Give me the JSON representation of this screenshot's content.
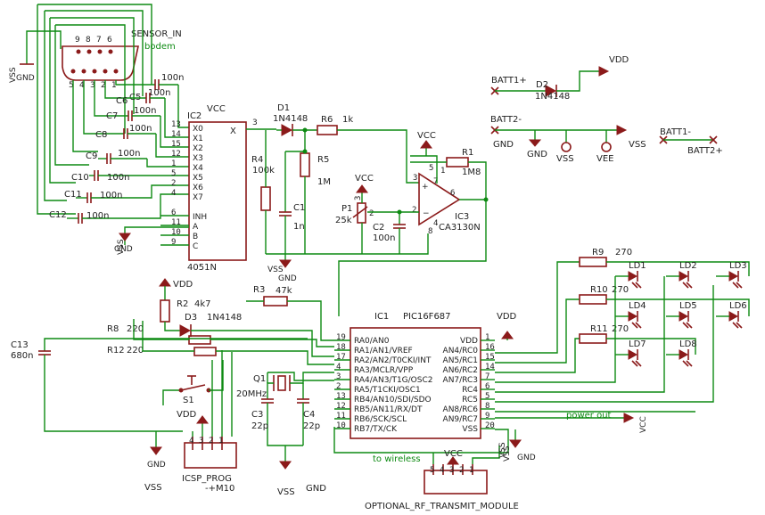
{
  "parts": {
    "sensor_in": "SENSOR_IN",
    "bodem": "bodem",
    "ic2": "IC2",
    "ic2_type": "4051N",
    "ic1": "IC1",
    "ic1_type": "PIC16F687",
    "ic3": "IC3",
    "ic3_type": "CA3130N",
    "d1": "D1",
    "d1_type": "1N4148",
    "d2": "D2",
    "d2_type": "1N4148",
    "d3": "D3",
    "d3_type": "1N4148",
    "r1": "R1",
    "r1_val": "1M8",
    "r2": "R2",
    "r2_val": "4k7",
    "r3": "R3",
    "r3_val": "47k",
    "r4": "R4",
    "r4_val": "100k",
    "r5": "R5",
    "r5_val": "1M",
    "r6": "R6",
    "r6_val": "1k",
    "r8": "R8",
    "r8_val": "220",
    "r9": "R9",
    "r9_val": "270",
    "r10": "R10",
    "r10_val": "270",
    "r11": "R11",
    "r11_val": "270",
    "r12": "R12",
    "r12_val": "220",
    "c1": "C1",
    "c1_val": "1n",
    "c2": "C2",
    "c2_val": "100n",
    "c3": "C3",
    "c3_val": "22p",
    "c4": "C4",
    "c4_val": "22p",
    "c5": "C5",
    "c6": "C6",
    "c7": "C7",
    "c8": "C8",
    "c9": "C9",
    "c10": "C10",
    "c11": "C11",
    "c12": "C12",
    "c_val": "100n",
    "c13": "C13",
    "c13_val": "680n",
    "p1": "P1",
    "p1_val": "25k",
    "q1": "Q1",
    "q1_val": "20MHz",
    "s1": "S1",
    "icsp": "ICSP_PROG",
    "icsp_sub": "-+M10",
    "rf": "OPTIONAL_RF_TRANSMIT_MODULE",
    "leds": [
      "LD1",
      "LD2",
      "LD3",
      "LD4",
      "LD5",
      "LD6",
      "LD7",
      "LD8"
    ]
  },
  "ic2_pins_left": [
    "X0",
    "X1",
    "X2",
    "X3",
    "X4",
    "X5",
    "X6",
    "X7",
    "",
    "INH",
    "A",
    "B",
    "C"
  ],
  "ic2_pin_nums": [
    "13",
    "14",
    "15",
    "12",
    "1",
    "5",
    "2",
    "4",
    "",
    "6",
    "11",
    "10",
    "9"
  ],
  "ic2_x": "X",
  "ic2_x_pin": "3",
  "ic1_left": [
    "RA0/AN0",
    "RA1/AN1/VREF",
    "RA2/AN2/T0CKI/INT",
    "RA3/MCLR/VPP",
    "RA4/AN3/T1G/OSC2",
    "RA5/T1CKI/OSC1",
    "RB4/AN10/SDI/SDO",
    "RB5/AN11/RX/DT",
    "RB6/SCK/SCL",
    "RB7/TX/CK"
  ],
  "ic1_left_nums": [
    "19",
    "18",
    "17",
    "4",
    "3",
    "2",
    "13",
    "12",
    "11",
    "10"
  ],
  "ic1_right": [
    "VDD",
    "AN4/RC0",
    "AN5/RC1",
    "AN6/RC2",
    "AN7/RC3",
    "RC4",
    "RC5",
    "AN8/RC6",
    "AN9/RC7",
    "VSS"
  ],
  "ic1_right_nums": [
    "1",
    "16",
    "15",
    "14",
    "7",
    "6",
    "5",
    "8",
    "9",
    "20"
  ],
  "ic3_pins": {
    "p7": "7",
    "p3": "3",
    "p2": "2",
    "p6": "6",
    "p4": "4",
    "p8": "8",
    "p5": "5",
    "p1": "1"
  },
  "supplies": {
    "vcc": "VCC",
    "vdd": "VDD",
    "vss": "VSS",
    "gnd": "GND",
    "vee": "VEE",
    "batt1p": "BATT1+",
    "batt2m": "BATT2-",
    "batt1m": "BATT1-",
    "batt2p": "BATT2+"
  },
  "notes": {
    "power_out": "power out",
    "to_wireless": "to wireless"
  },
  "pin_digits": [
    "9",
    "8",
    "7",
    "6",
    "5",
    "4",
    "3",
    "2",
    "1"
  ],
  "pin_digits5": [
    "5",
    "4",
    "3",
    "2",
    "1"
  ],
  "pin_digits4": [
    "4",
    "3",
    "2",
    "1"
  ]
}
